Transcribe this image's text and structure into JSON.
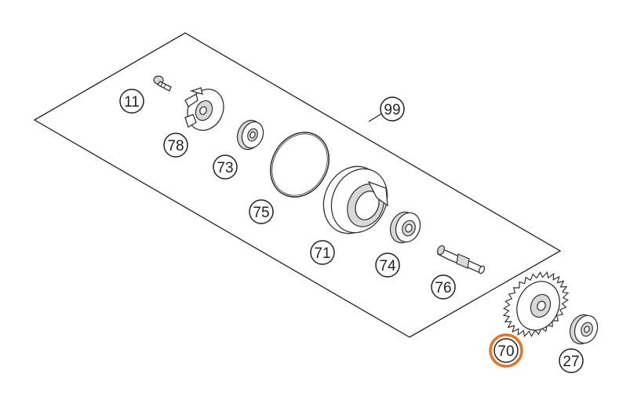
{
  "callouts": [
    {
      "id": "11",
      "label": "11",
      "highlighted": false
    },
    {
      "id": "78",
      "label": "78",
      "highlighted": false
    },
    {
      "id": "73",
      "label": "73",
      "highlighted": false
    },
    {
      "id": "75",
      "label": "75",
      "highlighted": false
    },
    {
      "id": "71",
      "label": "71",
      "highlighted": false
    },
    {
      "id": "74",
      "label": "74",
      "highlighted": false
    },
    {
      "id": "76",
      "label": "76",
      "highlighted": false
    },
    {
      "id": "99",
      "label": "99",
      "highlighted": false
    },
    {
      "id": "70",
      "label": "70",
      "highlighted": true
    },
    {
      "id": "27",
      "label": "27",
      "highlighted": false
    }
  ],
  "colors": {
    "line": "#333333",
    "highlight": "#e8731e",
    "background": "#ffffff"
  }
}
